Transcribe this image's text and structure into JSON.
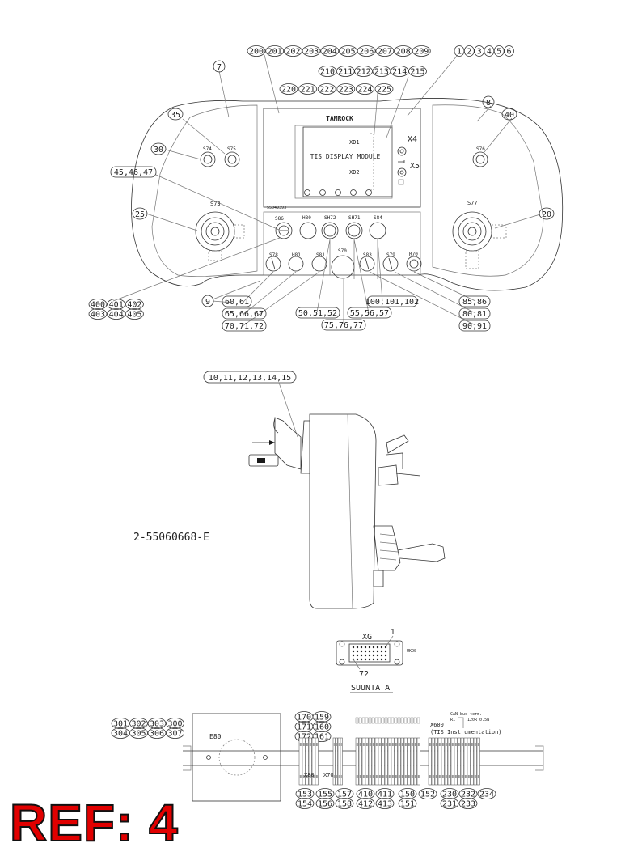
{
  "panel": {
    "brand": "TAMROCK",
    "display_module": "TIS DISPLAY MODULE",
    "connectors": {
      "xd1": "XD1",
      "xd2": "XD2",
      "x4": "X4",
      "x5": "X5"
    },
    "serial": "55049393",
    "switches": [
      "S74",
      "S75",
      "S76",
      "S73",
      "S77",
      "S86",
      "H80",
      "SH72",
      "SH71",
      "S84",
      "S70",
      "S78",
      "H81",
      "S81",
      "S83",
      "S79",
      "R70"
    ]
  },
  "callouts": {
    "top_row_1": [
      "200",
      "201",
      "202",
      "203",
      "204",
      "205",
      "206",
      "207",
      "208",
      "209"
    ],
    "top_row_2": [
      "210",
      "211",
      "212",
      "213",
      "214",
      "215"
    ],
    "top_row_3": [
      "220",
      "221",
      "222",
      "223",
      "224",
      "225"
    ],
    "top_right": [
      "1",
      "2",
      "3",
      "4",
      "5",
      "6"
    ],
    "single": [
      "7",
      "8",
      "35",
      "40",
      "30",
      "25",
      "20",
      "9"
    ],
    "left_multi": "45,46,47",
    "bottom_left_1": [
      "400",
      "401",
      "402"
    ],
    "bottom_left_2": [
      "403",
      "404",
      "405"
    ],
    "bottom": [
      "60,61",
      "65,66,67",
      "70,71,72",
      "50,51,52",
      "75,76,77",
      "55,56,57",
      "100,101,102",
      "85,86",
      "80,81",
      "90,91"
    ]
  },
  "side_view": {
    "callout": "10,11,12,13,14,15",
    "drawing_number": "2-55060668-E"
  },
  "connector_view": {
    "label": "XG",
    "pin_first": "1",
    "pin_last": "72",
    "side_note": "UKOS",
    "caption": "SUUNTA A"
  },
  "rail": {
    "box_label": "E80",
    "box_callouts_1": [
      "301",
      "302",
      "303",
      "300"
    ],
    "box_callouts_2": [
      "304",
      "305",
      "306",
      "307"
    ],
    "callouts_a1": [
      "170",
      "159"
    ],
    "callouts_a2": [
      "171",
      "160"
    ],
    "callouts_a3": [
      "172",
      "161"
    ],
    "x80": "X80",
    "x70": "X70",
    "x600": "X600",
    "x600_desc": "(TIS Instrumentation)",
    "can_note": "CAN bus term.",
    "r_note": "R1",
    "r_value": "120R 0.5W",
    "bottom_1": [
      "153",
      "155",
      "157",
      "410",
      "411",
      "150",
      "152",
      "230",
      "232",
      "234"
    ],
    "bottom_2": [
      "154",
      "156",
      "158",
      "412",
      "413",
      "151",
      "231",
      "233"
    ]
  },
  "ref_label": "REF: 4"
}
